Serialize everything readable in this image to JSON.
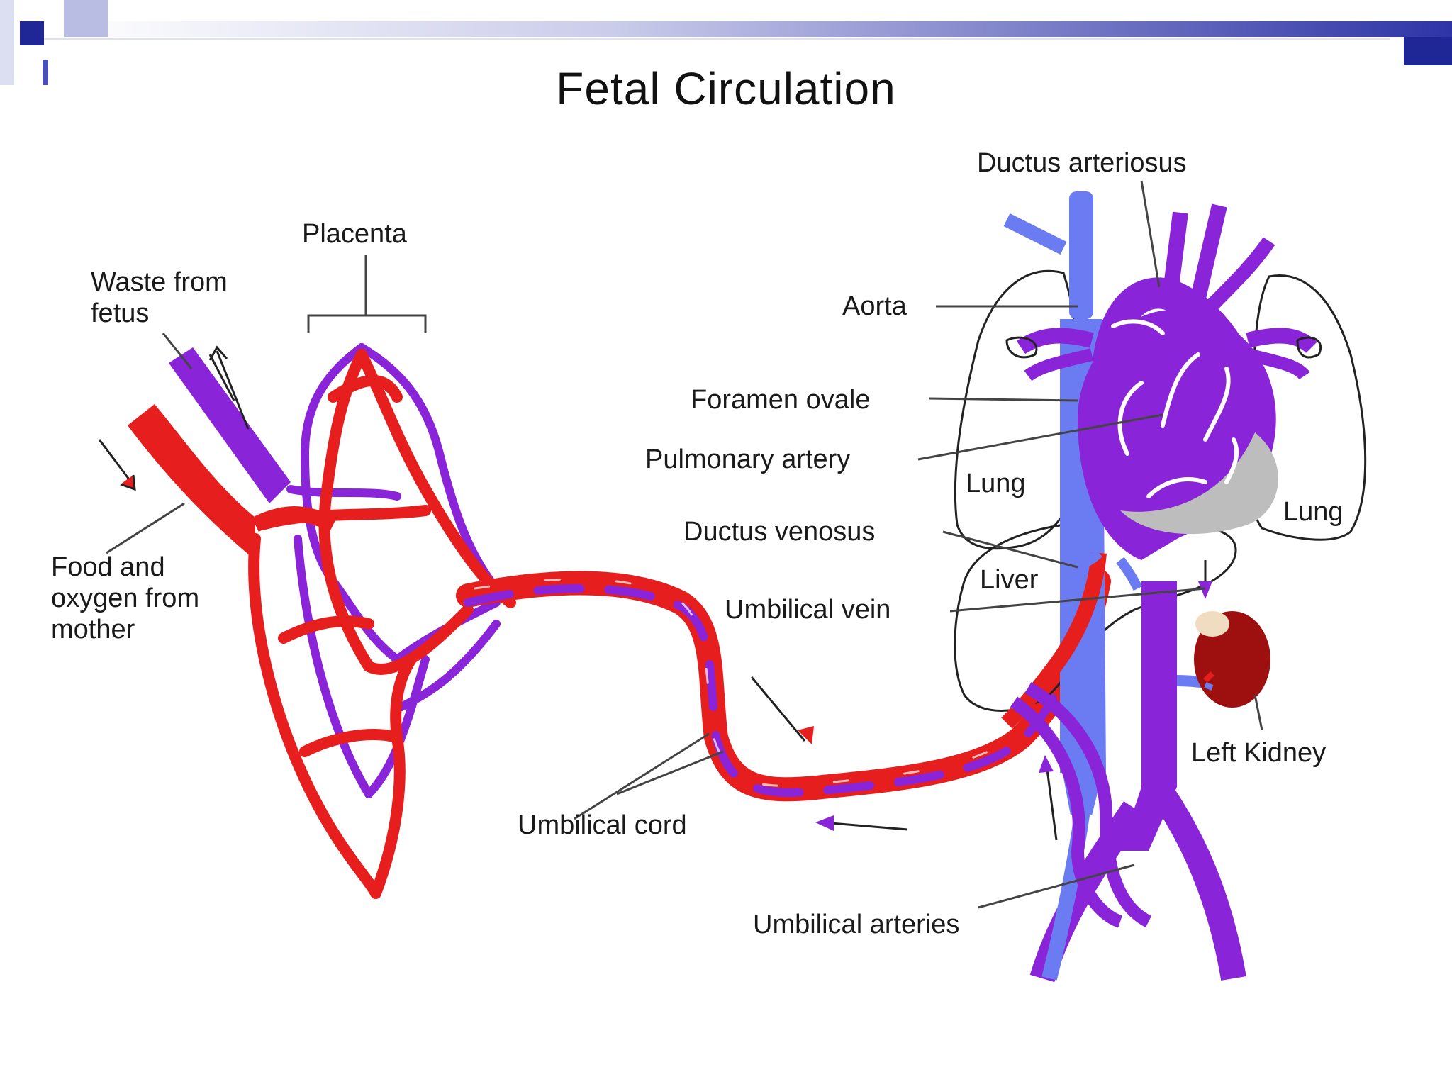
{
  "title": "Fetal Circulation",
  "colors": {
    "oxygenated": "#e61e1e",
    "deoxygenated": "#8a24d8",
    "mixed_vein": "#6b7cf2",
    "accent_blue": "#2e34a6",
    "kidney": "#9e1010",
    "outline": "#222222"
  },
  "labels": {
    "placenta": "Placenta",
    "waste_from_fetus": "Waste from\nfetus",
    "food_and_oxygen": "Food and\noxygen from\nmother",
    "umbilical_cord": "Umbilical cord",
    "ductus_arteriosus": "Ductus arteriosus",
    "aorta": "Aorta",
    "foramen_ovale": "Foramen ovale",
    "pulmonary_artery": "Pulmonary artery",
    "lung_left": "Lung",
    "lung_right": "Lung",
    "ductus_venosus": "Ductus venosus",
    "liver": "Liver",
    "umbilical_vein": "Umbilical vein",
    "left_kidney": "Left Kidney",
    "umbilical_arteries": "Umbilical arteries"
  }
}
